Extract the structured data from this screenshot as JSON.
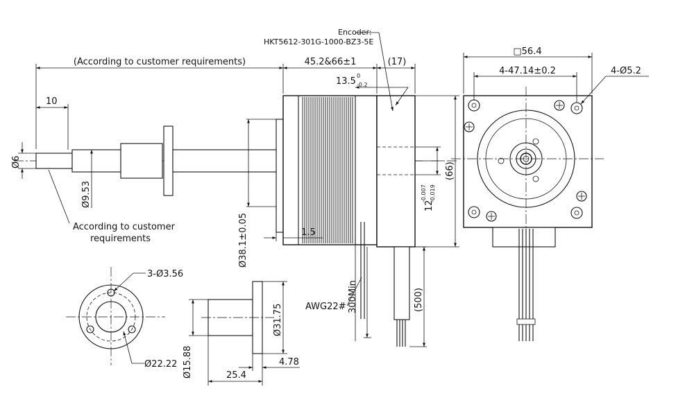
{
  "encoder": {
    "label": "Encoder:",
    "model": "HKT5612-301G-1000-BZ3-5E"
  },
  "dimensions": {
    "screw_length": "(According to customer requirements)",
    "body_length": "45.2&66±1",
    "encoder_length": "(17)",
    "shaft_tip": "10",
    "shaft_dia": "Ø6",
    "screw_dia": "Ø9.53",
    "pilot_depth": "13.5",
    "pilot_depth_tol_upper": "0",
    "pilot_depth_tol_lower": "-0.2",
    "pilot_dia": "Ø38.1±0.05",
    "flange_thickness": "1.5",
    "boss_dia": "12",
    "boss_tol_upper": "-0.007",
    "boss_tol_lower": "-0.019",
    "height": "(66)",
    "lead_min": "300Min",
    "lead_len": "(500)",
    "wire": "AWG22#",
    "frame_size": "□56.4",
    "hole_spacing": "4-47.14±0.2",
    "mount_holes": "4-Ø5.2",
    "end_note_line1": "According to customer",
    "end_note_line2": "requirements"
  },
  "nut": {
    "holes": "3-Ø3.56",
    "pcd": "Ø22.22",
    "body_dia": "Ø15.88",
    "flange_dia": "Ø31.75",
    "length": "25.4",
    "flange_thk": "4.78"
  }
}
